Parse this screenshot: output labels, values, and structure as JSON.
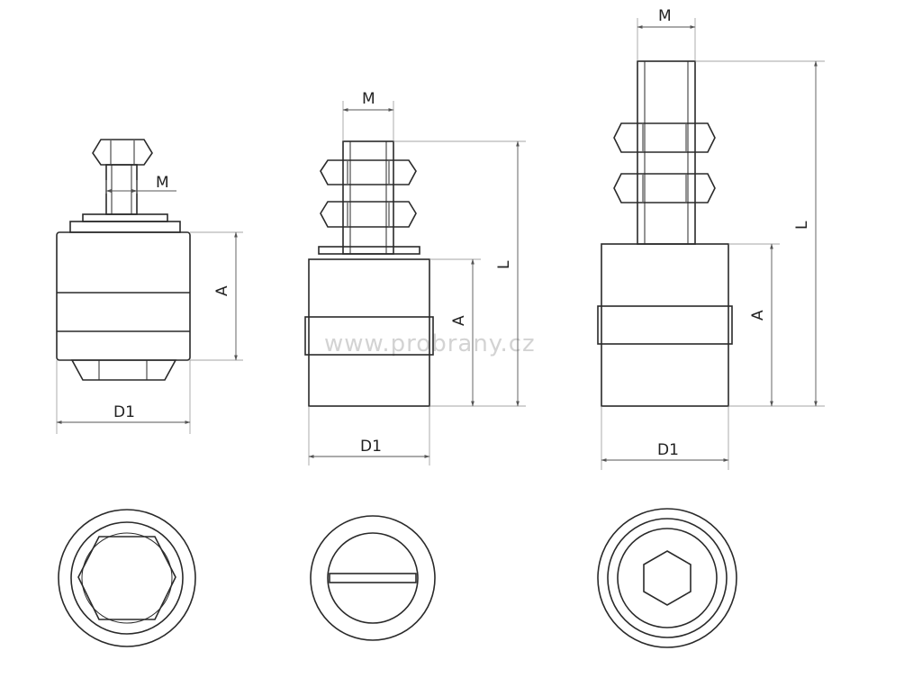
{
  "watermark": "www.probrany.cz",
  "views": {
    "left": {
      "m": "M",
      "a": "A",
      "d1": "D1"
    },
    "middle": {
      "m": "M",
      "l": "L",
      "a": "A",
      "d1": "D1"
    },
    "right": {
      "m": "M",
      "l": "L",
      "a": "A",
      "d1": "D1"
    }
  },
  "colors": {
    "line": "#2a2a2a",
    "dimension": "#555555",
    "watermark": "#d3d3d3"
  }
}
